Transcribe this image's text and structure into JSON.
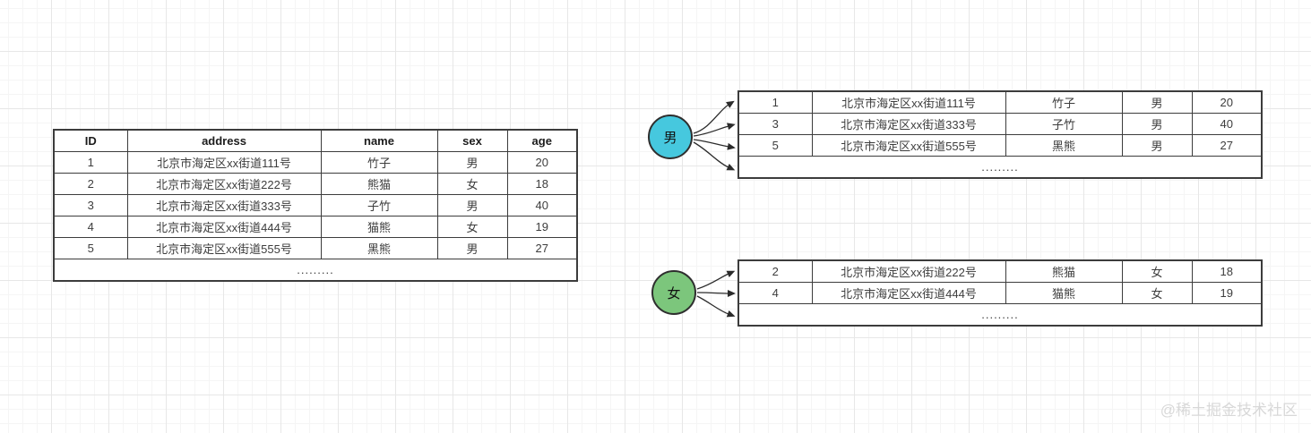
{
  "canvas": {
    "watermark": "@稀土掘金技术社区",
    "grid_minor_color": "#f5f5f5",
    "grid_major_color": "#e7e7e7",
    "table_border_color": "#3c3c3c"
  },
  "source_table": {
    "headers": [
      "ID",
      "address",
      "name",
      "sex",
      "age"
    ],
    "rows": [
      [
        "1",
        "北京市海定区xx街道111号",
        "竹子",
        "男",
        "20"
      ],
      [
        "2",
        "北京市海定区xx街道222号",
        "熊猫",
        "女",
        "18"
      ],
      [
        "3",
        "北京市海定区xx街道333号",
        "子竹",
        "男",
        "40"
      ],
      [
        "4",
        "北京市海定区xx街道444号",
        "猫熊",
        "女",
        "19"
      ],
      [
        "5",
        "北京市海定区xx街道555号",
        "黑熊",
        "男",
        "27"
      ]
    ],
    "ellipsis": "........."
  },
  "male_group": {
    "label": "男",
    "color": "#46c8de",
    "rows": [
      [
        "1",
        "北京市海定区xx街道111号",
        "竹子",
        "男",
        "20"
      ],
      [
        "3",
        "北京市海定区xx街道333号",
        "子竹",
        "男",
        "40"
      ],
      [
        "5",
        "北京市海定区xx街道555号",
        "黑熊",
        "男",
        "27"
      ]
    ],
    "ellipsis": "........."
  },
  "female_group": {
    "label": "女",
    "color": "#7cc67c",
    "rows": [
      [
        "2",
        "北京市海定区xx街道222号",
        "熊猫",
        "女",
        "18"
      ],
      [
        "4",
        "北京市海定区xx街道444号",
        "猫熊",
        "女",
        "19"
      ]
    ],
    "ellipsis": "........."
  }
}
